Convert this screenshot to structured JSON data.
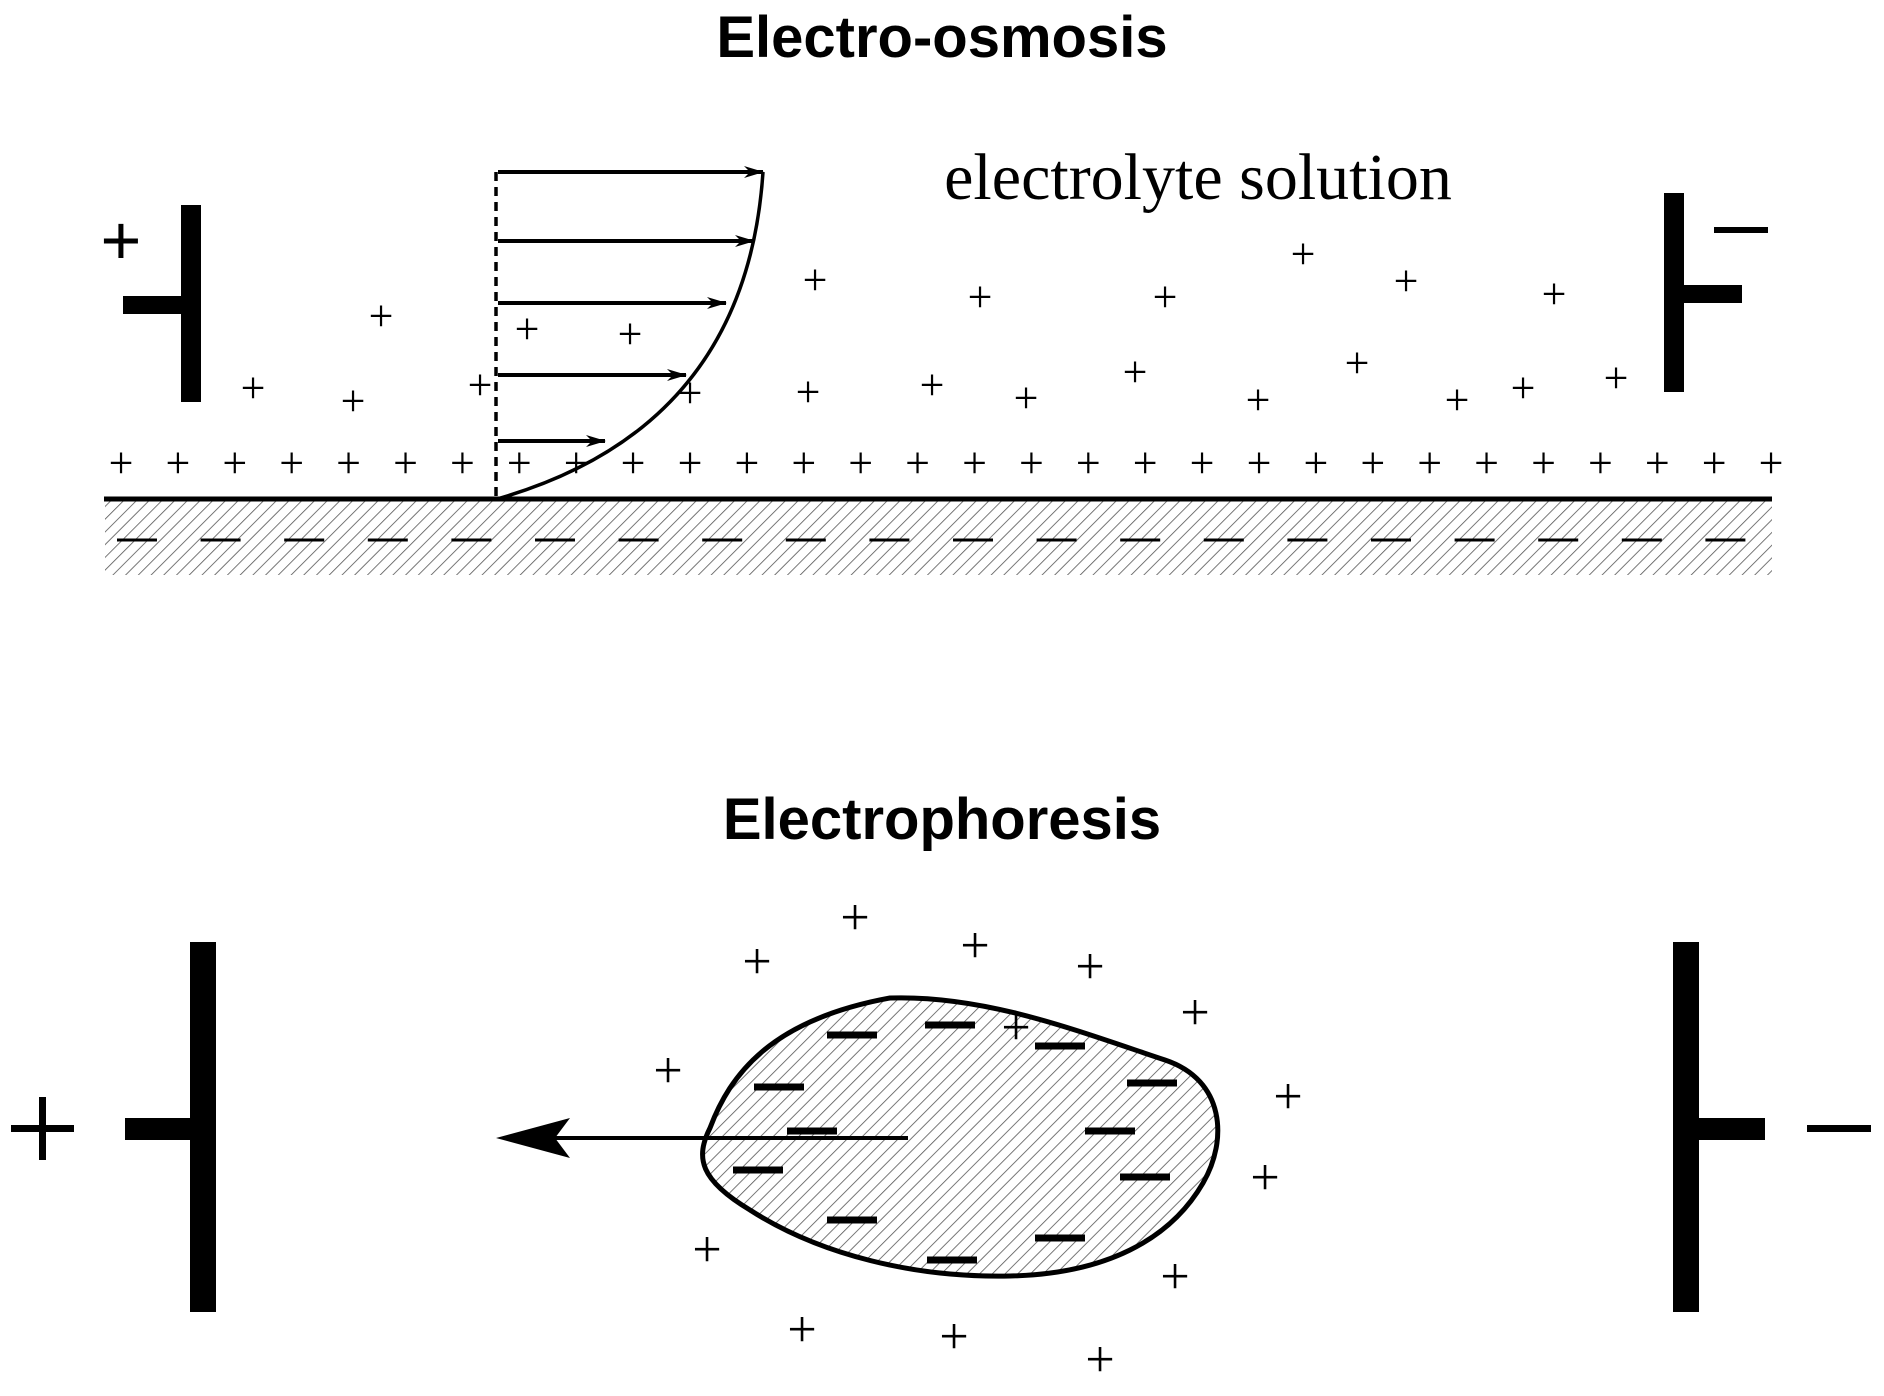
{
  "electro_osmosis": {
    "title": "Electro-osmosis",
    "solution_label": "electrolyte solution",
    "anode_sign": "+",
    "cathode_sign": "−",
    "wall_positive_count": 30,
    "wall_negative_count": 20,
    "ion_sign": "+",
    "flow_arrow_count": 5
  },
  "electrophoresis": {
    "title": "Electrophoresis",
    "anode_sign": "+",
    "cathode_sign": "−",
    "particle_negative_count": 12,
    "counter_ion_count": 14,
    "ion_sign": "+",
    "motion_direction": "left"
  },
  "colors": {
    "ink": "#000000",
    "background": "#ffffff",
    "hatch": "#555555"
  }
}
